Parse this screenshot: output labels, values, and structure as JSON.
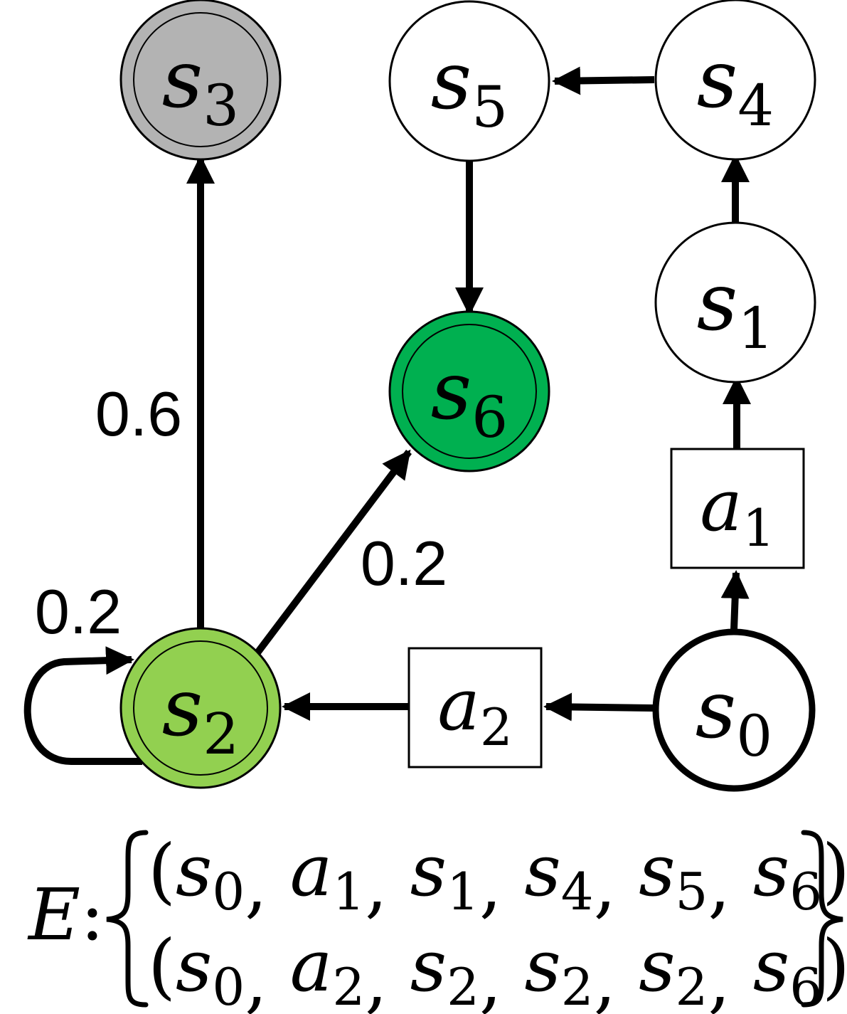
{
  "nodes": {
    "s0": {
      "base": "s",
      "sub": "0",
      "fill": "#ffffff",
      "accepting": false,
      "initial": true
    },
    "s1": {
      "base": "s",
      "sub": "1",
      "fill": "#ffffff",
      "accepting": false
    },
    "s2": {
      "base": "s",
      "sub": "2",
      "fill": "#92d050",
      "accepting": true
    },
    "s3": {
      "base": "s",
      "sub": "3",
      "fill": "#b3b3b3",
      "accepting": true
    },
    "s4": {
      "base": "s",
      "sub": "4",
      "fill": "#ffffff",
      "accepting": false
    },
    "s5": {
      "base": "s",
      "sub": "5",
      "fill": "#ffffff",
      "accepting": false
    },
    "s6": {
      "base": "s",
      "sub": "6",
      "fill": "#00b050",
      "accepting": true
    }
  },
  "actions": {
    "a1": {
      "base": "a",
      "sub": "1"
    },
    "a2": {
      "base": "a",
      "sub": "2"
    }
  },
  "edge_labels": {
    "s2_s3": "0.6",
    "s2_s6": "0.2",
    "s2_self": "0.2"
  },
  "episodes": {
    "label": "E",
    "sequences": [
      [
        {
          "b": "s",
          "s": "0"
        },
        {
          "b": "a",
          "s": "1"
        },
        {
          "b": "s",
          "s": "1"
        },
        {
          "b": "s",
          "s": "4"
        },
        {
          "b": "s",
          "s": "5"
        },
        {
          "b": "s",
          "s": "6"
        }
      ],
      [
        {
          "b": "s",
          "s": "0"
        },
        {
          "b": "a",
          "s": "2"
        },
        {
          "b": "s",
          "s": "2"
        },
        {
          "b": "s",
          "s": "2"
        },
        {
          "b": "s",
          "s": "2"
        },
        {
          "b": "s",
          "s": "6"
        }
      ]
    ]
  }
}
